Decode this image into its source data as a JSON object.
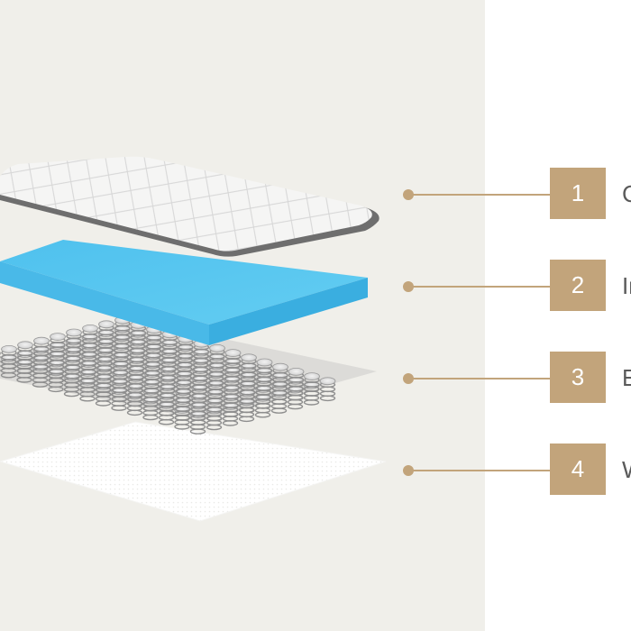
{
  "callouts": [
    {
      "number": "1",
      "label": "C"
    },
    {
      "number": "2",
      "label": "In"
    },
    {
      "number": "3",
      "label": "E"
    },
    {
      "number": "4",
      "label": "W"
    }
  ],
  "colors": {
    "panel_background": "#f0efea",
    "accent": "#c2a47b",
    "foam_layer": "#5cc8ef",
    "pillow_top_cover": "#f4f4f4",
    "pillow_top_piping": "#6e6e6e",
    "spring_coils": "#a7a7a7",
    "base_mesh": "#ffffff"
  },
  "layers": [
    {
      "name": "quilted-pillow-top",
      "callout": "1"
    },
    {
      "name": "blue-foam-layer",
      "callout": "2"
    },
    {
      "name": "pocket-spring-layer",
      "callout": "3"
    },
    {
      "name": "white-mesh-base",
      "callout": "4"
    }
  ]
}
